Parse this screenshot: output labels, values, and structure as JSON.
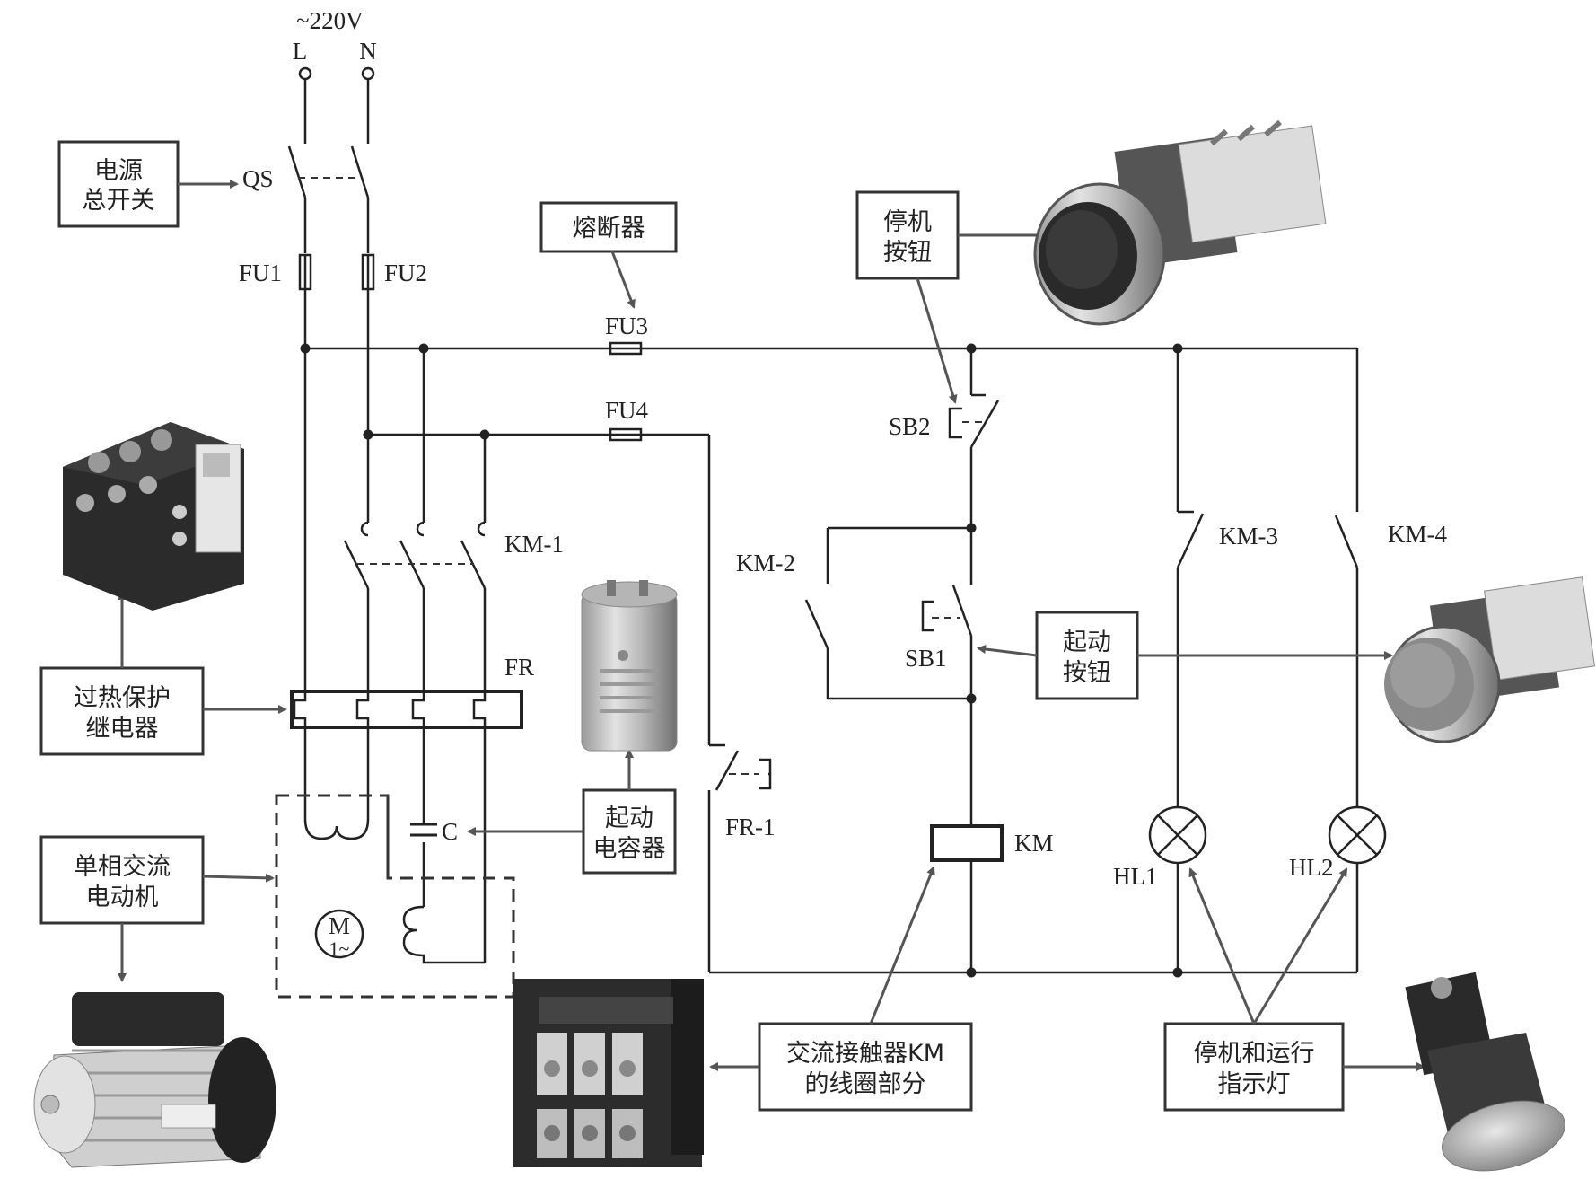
{
  "supply": {
    "voltage": "~220V",
    "line": "L",
    "neutral": "N"
  },
  "components": {
    "qs": "QS",
    "fu1": "FU1",
    "fu2": "FU2",
    "fu3": "FU3",
    "fu4": "FU4",
    "km1": "KM-1",
    "km2": "KM-2",
    "km3": "KM-3",
    "km4": "KM-4",
    "fr": "FR",
    "fr1": "FR-1",
    "sb1": "SB1",
    "sb2": "SB2",
    "km": "KM",
    "hl1": "HL1",
    "hl2": "HL2",
    "cap": "C",
    "motor_m": "M",
    "motor_phase": "1~"
  },
  "callouts": {
    "main_switch": [
      "电源",
      "总开关"
    ],
    "fuse": [
      "熔断器"
    ],
    "stop_button": [
      "停机",
      "按钮"
    ],
    "overheat_relay": [
      "过热保护",
      "继电器"
    ],
    "start_capacitor": [
      "起动",
      "电容器"
    ],
    "start_button": [
      "起动",
      "按钮"
    ],
    "motor": [
      "单相交流",
      "电动机"
    ],
    "contactor_coil": [
      "交流接触器KM",
      "的线圈部分"
    ],
    "indicator_lamps": [
      "停机和运行",
      "指示灯"
    ]
  }
}
